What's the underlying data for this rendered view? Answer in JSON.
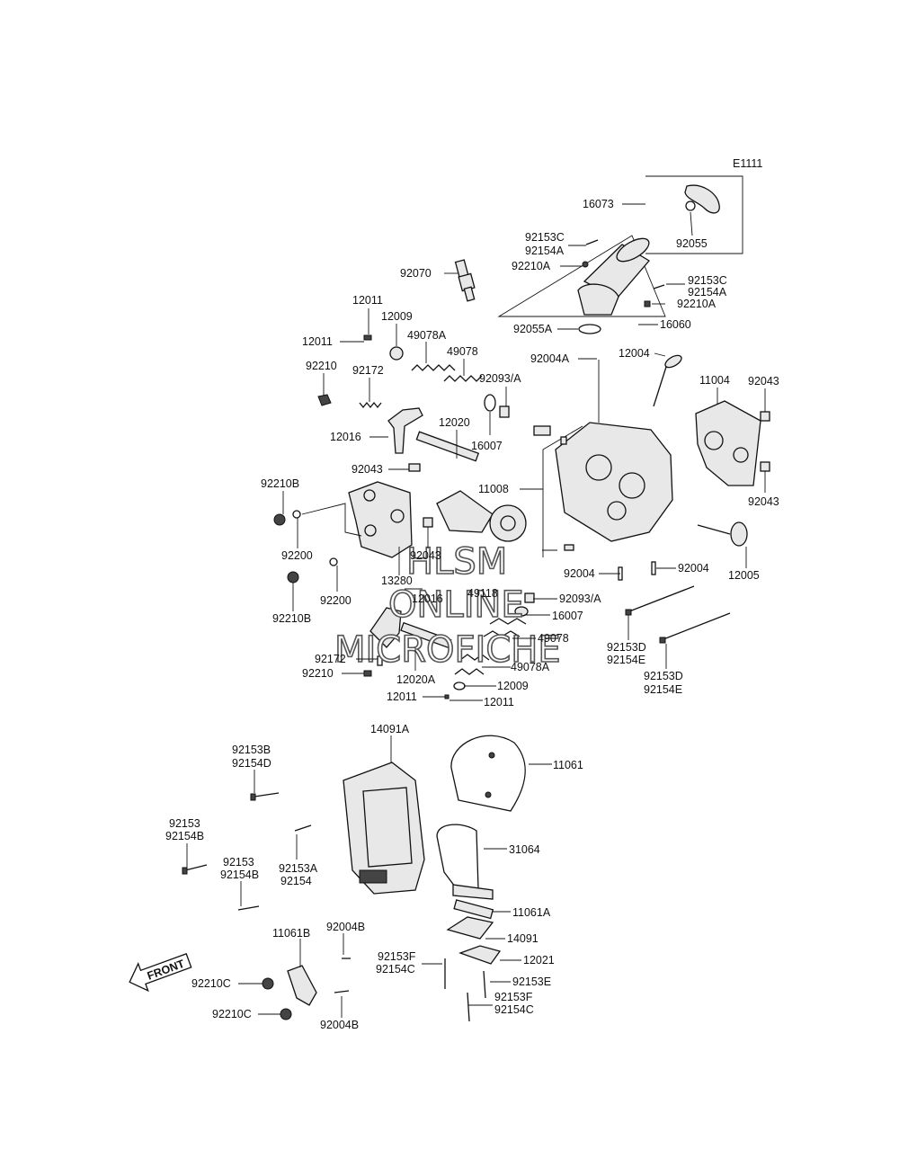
{
  "diagram_code": "E1111",
  "watermark": {
    "line1": "HLSM",
    "line2": "ONLINE",
    "line3": "MICROFICHE"
  },
  "front_label": "FRONT",
  "labels": [
    "16073",
    "92055",
    "92153C",
    "92154A",
    "92210A",
    "92070",
    "92153C",
    "92154A",
    "92210A",
    "92055A",
    "16060",
    "12011",
    "12009",
    "12011",
    "49078A",
    "49078",
    "92004A",
    "12004",
    "92093/A",
    "11004",
    "92043",
    "92210",
    "92172",
    "16007",
    "12020",
    "12016",
    "92043",
    "11008",
    "92043",
    "92210B",
    "92200",
    "92043",
    "13280",
    "12016",
    "92200",
    "92210B",
    "49118",
    "92093/A",
    "92004",
    "92004",
    "12005",
    "16007",
    "49078",
    "92172",
    "92153D",
    "92154E",
    "92153D",
    "92154E",
    "92210",
    "12020A",
    "49078A",
    "12009",
    "12011",
    "12011",
    "14091A",
    "11061",
    "92153B",
    "92154D",
    "92153",
    "92154B",
    "92153A",
    "92154",
    "31064",
    "92153",
    "92154B",
    "11061A",
    "92004B",
    "11061B",
    "14091",
    "92153F",
    "92154C",
    "12021",
    "92153E",
    "92210C",
    "92153F",
    "92154C",
    "92210C",
    "92004B"
  ]
}
